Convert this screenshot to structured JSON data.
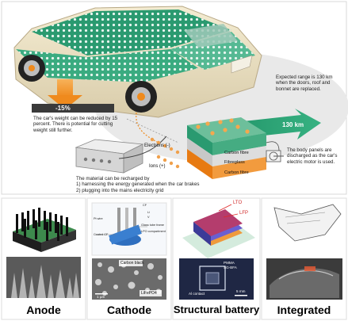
{
  "top": {
    "weight_percent": "-15%",
    "weight_text": "The car's weight can be reduced by 15 percent. There is potential for cutting weight still further.",
    "range_text": "Expected range is 130 km when the doors, roof and bonnet are replaced.",
    "range_value": "130 km",
    "electrons_label": "Electrons (-)",
    "ions_label": "Ions (+)",
    "layer_labels": [
      "Carbon fibre",
      "Fibreglass",
      "Carbon fibre"
    ],
    "recharge_text_line1": "The material can be recharged by",
    "recharge_text_line2": "1) harnessing the energy generated when the car brakes",
    "recharge_text_line3": "2) plugging into the mains electricity grid",
    "body_panels_text": "The body panels are discharged as the car's electric motor is used."
  },
  "bottom": {
    "panels": [
      {
        "title": "Anode"
      },
      {
        "title": "Cathode",
        "inset_labels": [
          "CF",
          "Pt wire",
          "Coated CF",
          "Li",
          "V",
          "Glass tube frame",
          "LPO compartment"
        ],
        "sem_labels": [
          "Carbon black",
          "LiFePO4"
        ],
        "scale": "1 µm"
      },
      {
        "title": "Structural battery",
        "labels": [
          "LTO",
          "LFP"
        ],
        "photo_labels": [
          "PMMA",
          "SG-BFA",
          "Al contact"
        ],
        "scale": "5 mm"
      },
      {
        "title": "Integrated"
      }
    ]
  }
}
